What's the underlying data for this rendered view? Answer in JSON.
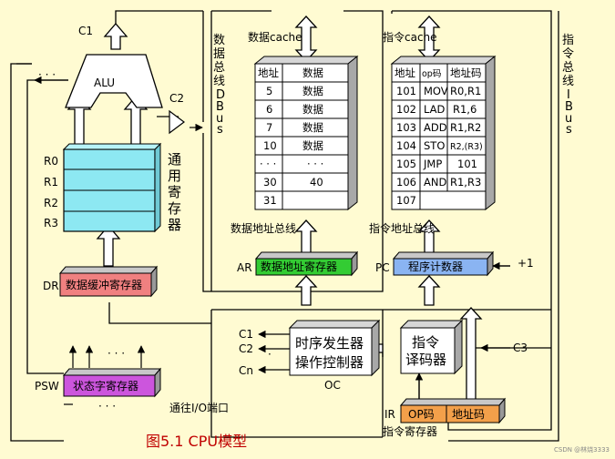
{
  "title": "图5.1   CPU模型",
  "watermark": "CSDN @林烧3333",
  "alu": {
    "label": "ALU",
    "c1": "C1",
    "c2": "C2",
    "dots": "· · ·"
  },
  "registers": {
    "names": [
      "R0",
      "R1",
      "R2",
      "R3"
    ],
    "group_label": [
      "通",
      "用",
      "寄",
      "存",
      "器"
    ]
  },
  "dr": {
    "tag": "DR",
    "label": "数据缓冲寄存器"
  },
  "psw": {
    "tag": "PSW",
    "label": "状态字寄存器",
    "dots_top": "· · ·",
    "dots_bottom": "· · ·",
    "io_label": "通往I/O端口"
  },
  "dbus": {
    "label": [
      "数",
      "据",
      "总",
      "线",
      "D",
      "B",
      "u",
      "s"
    ]
  },
  "ibus": {
    "label": [
      "指",
      "令",
      "总",
      "线",
      "I",
      "B",
      "u",
      "s"
    ]
  },
  "data_cache": {
    "title": "数据cache",
    "headers": [
      "地址",
      "数据"
    ],
    "rows": [
      [
        "5",
        "数据"
      ],
      [
        "6",
        "数据"
      ],
      [
        "7",
        "数据"
      ],
      [
        "10",
        "数据"
      ],
      [
        "· · ·",
        "· · ·"
      ],
      [
        "30",
        "40"
      ],
      [
        "31",
        ""
      ]
    ],
    "addr_bus": "数据地址总线"
  },
  "instr_cache": {
    "title": "指令cache",
    "headers": [
      "地址",
      "op码",
      "地址码"
    ],
    "rows": [
      [
        "101",
        "MOV",
        "R0,R1"
      ],
      [
        "102",
        "LAD",
        "R1,6"
      ],
      [
        "103",
        "ADD",
        "R1,R2"
      ],
      [
        "104",
        "STO",
        "R2,(R3)"
      ],
      [
        "105",
        "JMP",
        "101"
      ],
      [
        "106",
        "AND",
        "R1,R3"
      ],
      [
        "107",
        "",
        ""
      ]
    ],
    "addr_bus": "指令地址总线"
  },
  "ar": {
    "tag": "AR",
    "label": "数据地址寄存器"
  },
  "pc": {
    "tag": "PC",
    "label": "程序计数器",
    "inc": "+1"
  },
  "timing": {
    "line1": "时序发生器",
    "line2": "操作控制器",
    "oc": "OC",
    "signals": [
      "C1",
      "C2",
      "Cn"
    ],
    "dots": "·"
  },
  "decoder": {
    "line1": "指令",
    "line2": "译码器",
    "c3": "C3"
  },
  "ir": {
    "tag": "IR",
    "op": "OP码",
    "addr": "地址码",
    "caption": "指令寄存器"
  },
  "colors": {
    "background": "#fffbd2",
    "register": "#8de8f2",
    "ar": "#33cc33",
    "pc": "#8ab4f2",
    "dr": "#f08080",
    "psw": "#cc55dd",
    "ir": "#f3a04a",
    "caption": "#c00000"
  }
}
